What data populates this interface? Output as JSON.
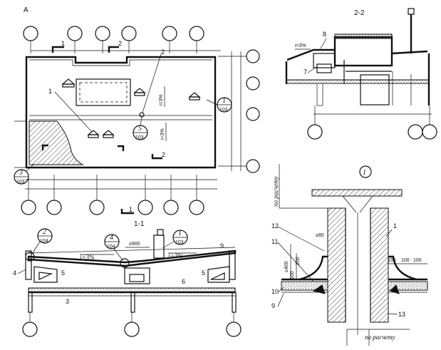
{
  "views": {
    "plan": {
      "label": "A"
    },
    "section_2_2": {
      "title": "2-2",
      "slope": "i=3%",
      "labels": [
        "8",
        "7"
      ]
    },
    "section_1_1": {
      "title": "1-1",
      "slope_left": "i=3%",
      "slope_right": "i=3%",
      "dim": "≥900",
      "labels": [
        "9",
        "4",
        "5",
        "3",
        "6",
        "5"
      ]
    },
    "detail_1": {
      "title": "1",
      "top_label": "по расчету",
      "bottom_label": "по расчету",
      "labels": [
        "12",
        "11",
        "10",
        "9",
        "1",
        "13"
      ],
      "dims_left": [
        "≥80",
        "200",
        "100",
        "≥400"
      ],
      "dims_right": [
        "150",
        "100",
        "100"
      ]
    }
  },
  "plan_marks": {
    "cut_1_top": "1",
    "cut_2_top": "2",
    "cut_1_bottom": "1",
    "cut_2_bottom": "2",
    "slope_1": "i=3%",
    "slope_2": "i=3%",
    "label_1": "1",
    "label_2": "2"
  },
  "callouts": [
    {
      "id": "c1",
      "num": "1",
      "sheet": "103"
    },
    {
      "id": "c3",
      "num": "3",
      "sheet": "103"
    },
    {
      "id": "c5",
      "num": "5",
      "sheet": "103"
    },
    {
      "id": "c2",
      "num": "2",
      "sheet": "104"
    },
    {
      "id": "c4",
      "num": "4",
      "sheet": "104"
    },
    {
      "id": "c1b",
      "num": "1",
      "sheet": "103"
    }
  ]
}
